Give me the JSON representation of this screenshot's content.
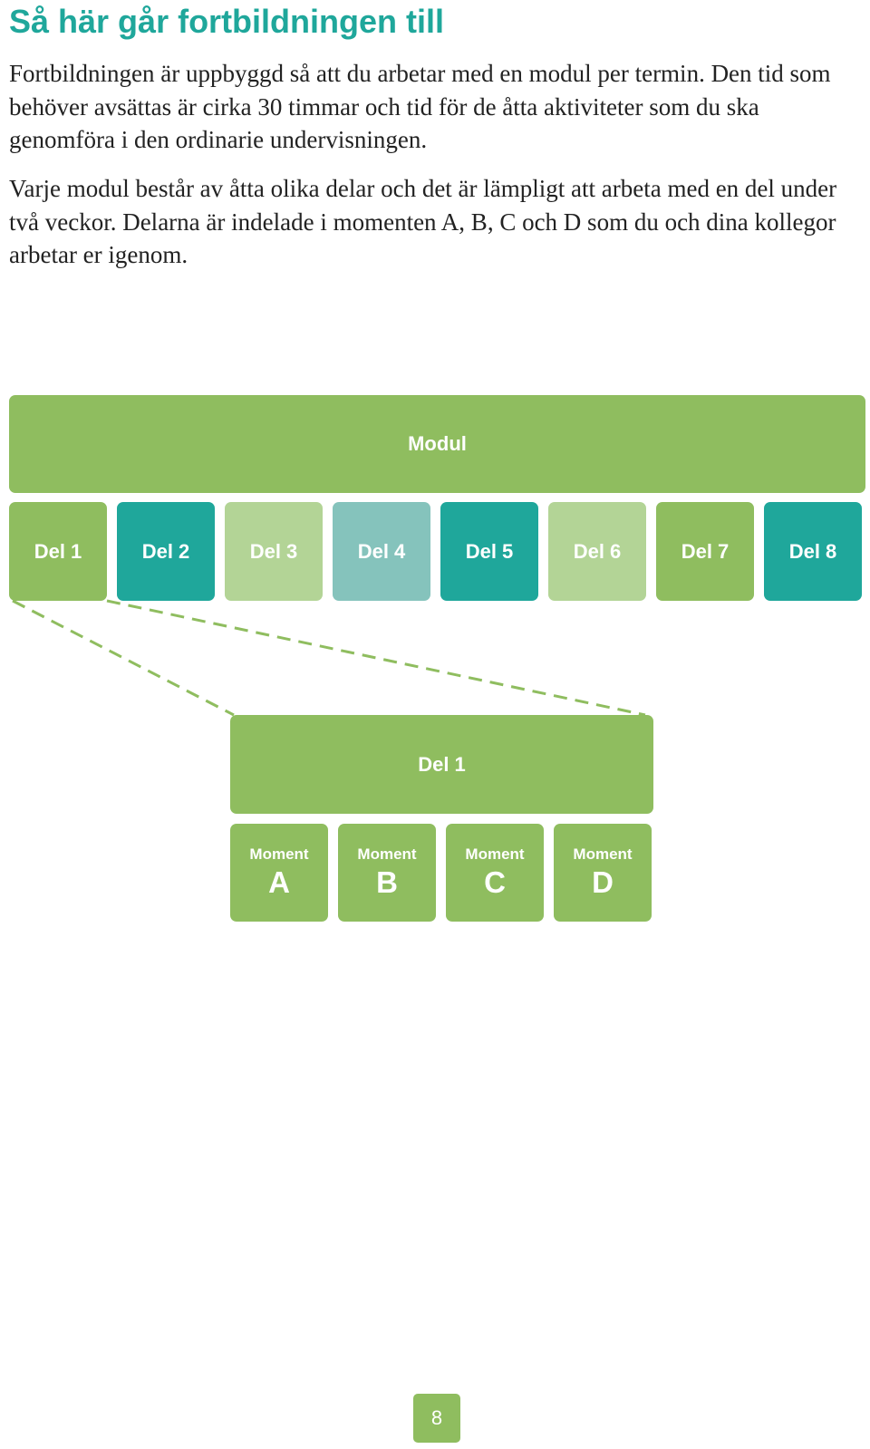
{
  "title": "Så här går fortbildningen till",
  "paragraphs": [
    "Fortbildningen är uppbyggd så att du arbetar med en modul per termin. Den tid som behöver avsättas är cirka 30 timmar och tid för de åtta aktiviteter som du ska genomföra i den ordinarie undervisningen.",
    "Varje modul består av åtta olika delar och det är lämpligt att arbeta med en del under två veckor. Delarna är indelade i momenten A, B, C och D som du och dina kollegor arbetar er igenom."
  ],
  "diagram": {
    "module_label": "Modul",
    "module_color": "#8fbd5f",
    "parts": [
      {
        "label": "Del 1",
        "color": "#8fbd5f"
      },
      {
        "label": "Del 2",
        "color": "#1fa79b"
      },
      {
        "label": "Del 3",
        "color": "#b3d496"
      },
      {
        "label": "Del 4",
        "color": "#85c3bc"
      },
      {
        "label": "Del 5",
        "color": "#1fa79b"
      },
      {
        "label": "Del 6",
        "color": "#b3d496"
      },
      {
        "label": "Del 7",
        "color": "#8fbd5f"
      },
      {
        "label": "Del 8",
        "color": "#1fa79b"
      }
    ],
    "expanded_part_label": "Del 1",
    "expanded_color": "#8fbd5f",
    "moments": [
      {
        "label": "Moment",
        "letter": "A"
      },
      {
        "label": "Moment",
        "letter": "B"
      },
      {
        "label": "Moment",
        "letter": "C"
      },
      {
        "label": "Moment",
        "letter": "D"
      }
    ],
    "connector_color": "#8fbd5f"
  },
  "page_number": "8",
  "page_number_color": "#8fbd5f"
}
